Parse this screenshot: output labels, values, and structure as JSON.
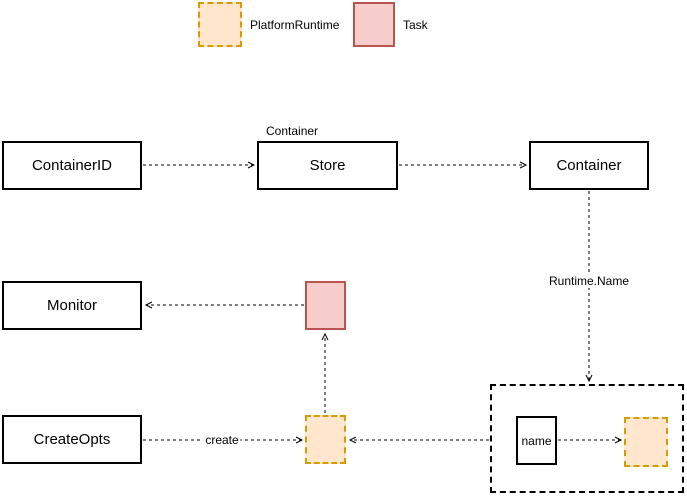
{
  "legend": {
    "items": [
      {
        "label": "PlatformRuntime",
        "fill": "#FFE6CC",
        "border": "#D79B00"
      },
      {
        "label": "Task",
        "fill": "#F8CECC",
        "border": "#B85450"
      }
    ]
  },
  "nodes": {
    "container_id": {
      "label": "ContainerID"
    },
    "store": {
      "label": "Store",
      "title": "Container"
    },
    "container": {
      "label": "Container"
    },
    "monitor": {
      "label": "Monitor"
    },
    "create_opts": {
      "label": "CreateOpts"
    },
    "name": {
      "label": "name"
    }
  },
  "edges": {
    "create": {
      "label": "create"
    },
    "runtime_name": {
      "label": "Runtime.Name"
    }
  },
  "colors": {
    "canvas_bg": "#FFFFFF",
    "line": "#000000",
    "platform_runtime_fill": "#FFE6CC",
    "platform_runtime_border": "#D79B00",
    "task_fill": "#F8CECC",
    "task_border": "#B85450"
  }
}
